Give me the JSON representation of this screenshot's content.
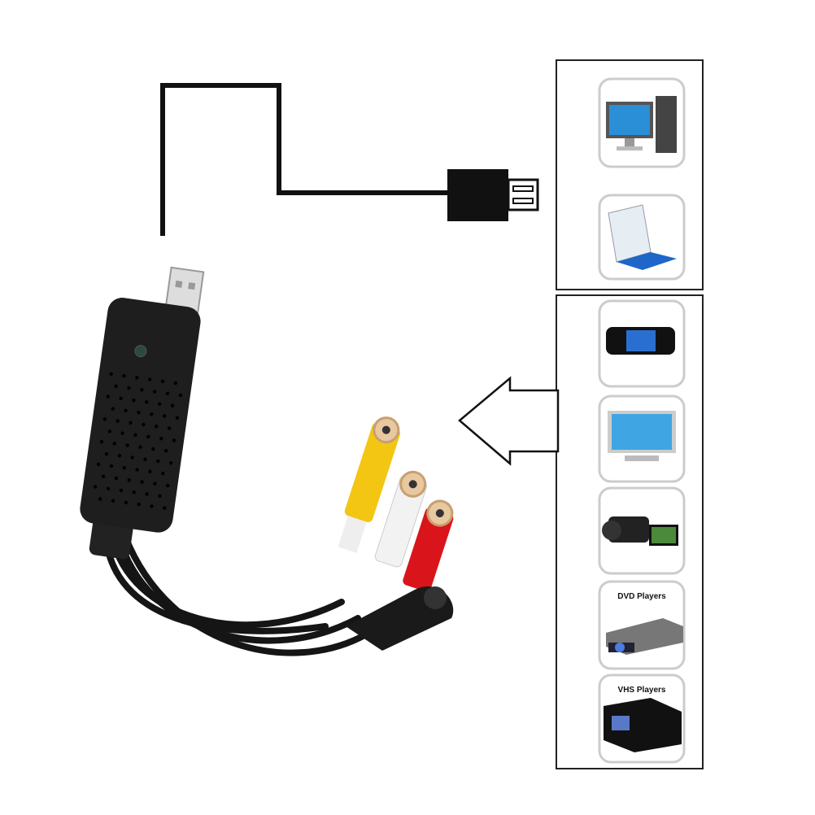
{
  "panels": {
    "output_devices": [
      "desktop-computer",
      "laptop"
    ],
    "input_devices": [
      {
        "name": "handheld-game-console",
        "label": ""
      },
      {
        "name": "tv-monitor",
        "label": ""
      },
      {
        "name": "camcorder",
        "label": ""
      },
      {
        "name": "dvd-player",
        "label": "DVD Players"
      },
      {
        "name": "vhs-player",
        "label": "VHS Players"
      }
    ]
  },
  "colors": {
    "yellow": "#f3c613",
    "white": "#f2f2f2",
    "red": "#d9141b",
    "device": "#1c1c1c"
  }
}
